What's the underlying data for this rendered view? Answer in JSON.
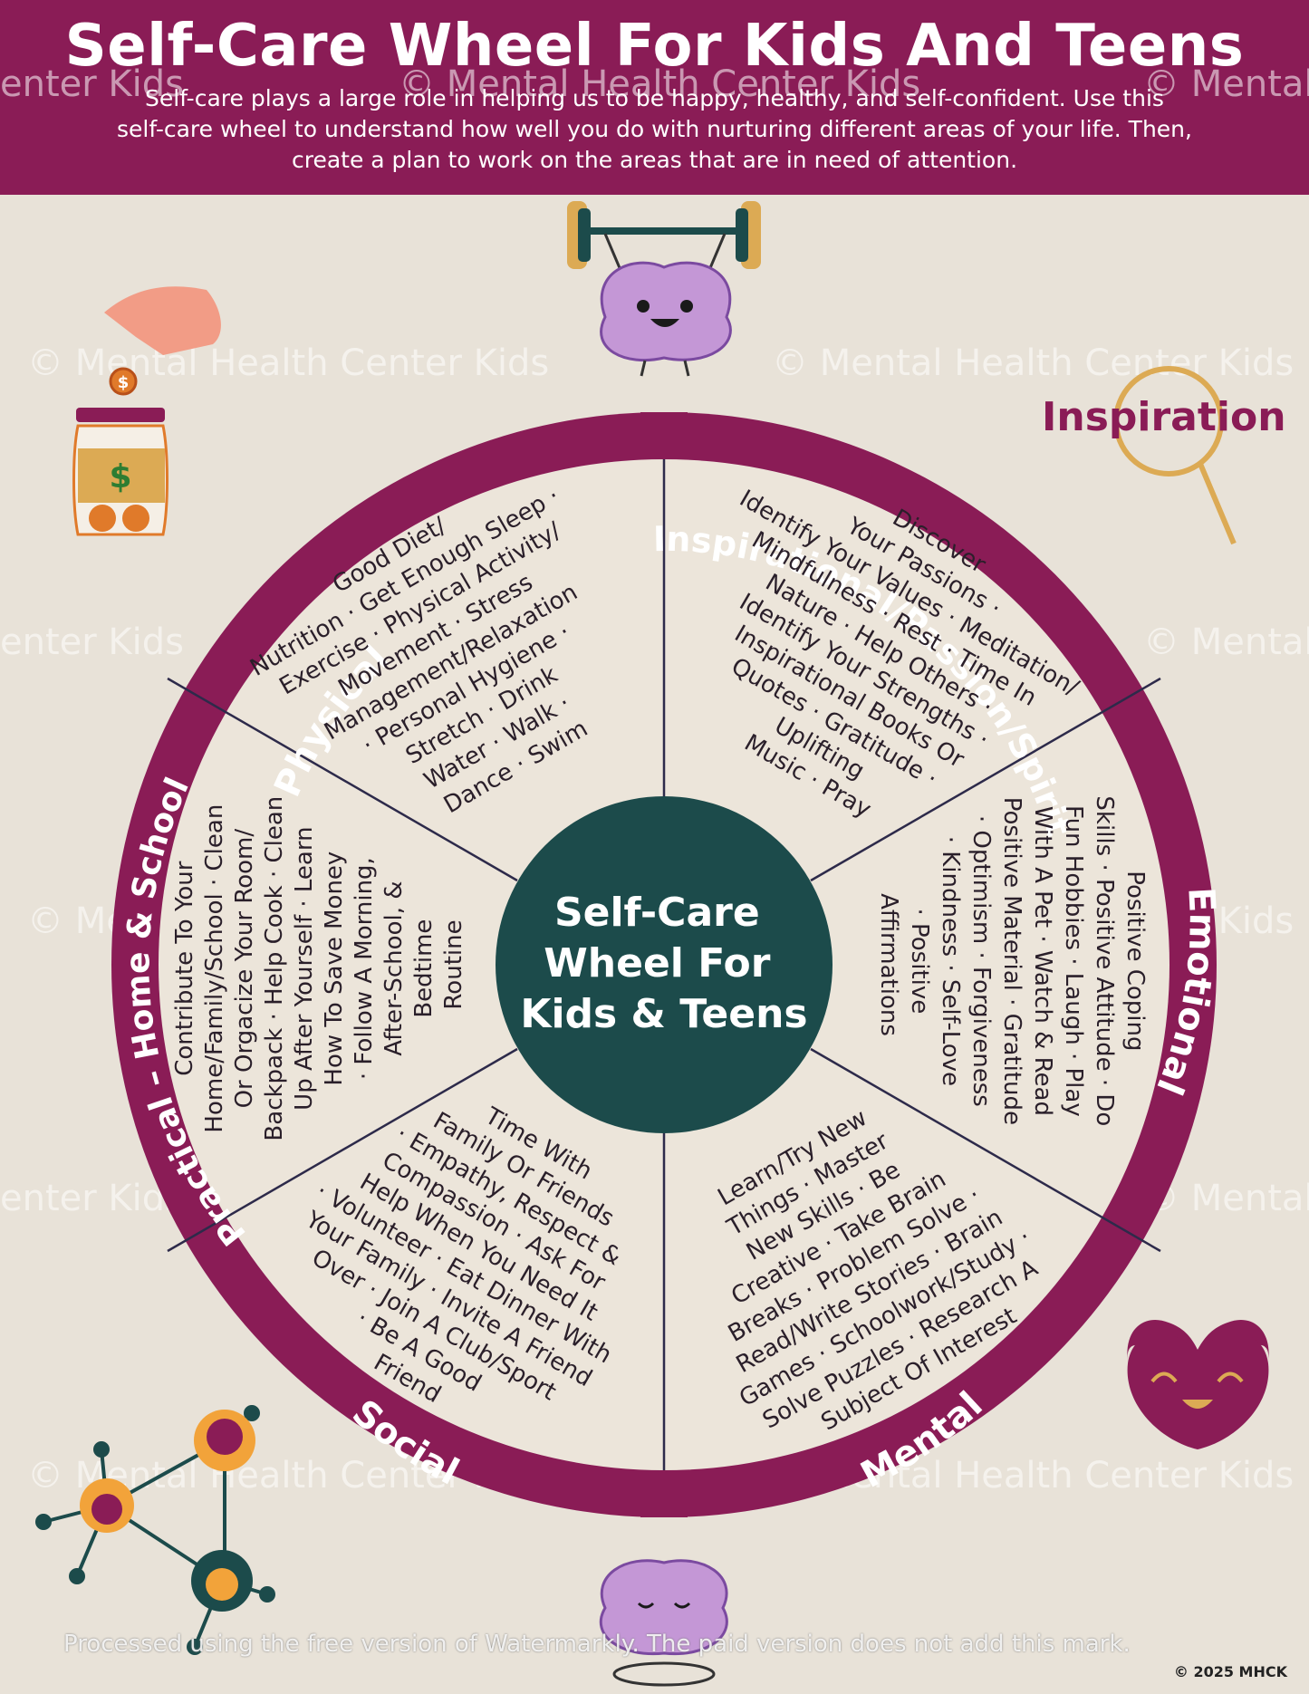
{
  "header": {
    "title": "Self-Care Wheel For Kids And Teens",
    "intro_lines": [
      "Self-care plays a large role in helping us to be happy, healthy, and self-confident. Use this",
      "self-care wheel to understand how well you do with nurturing different areas of your life. Then,",
      "create a plan to work on the areas that are in need of attention."
    ]
  },
  "wheel": {
    "center_lines": [
      "Self-Care",
      "Wheel For",
      "Kids & Teens"
    ],
    "sections": {
      "physical": {
        "title": "Physical",
        "lines": [
          "Good Diet/",
          "Nutrition · Get Enough Sleep ·",
          "Exercise · Physical Activity/",
          "Movement · Stress",
          "Management/Relaxation",
          "· Personal Hygiene ·",
          "Stretch · Drink",
          "Water · Walk ·",
          "Dance · Swim"
        ]
      },
      "inspirational": {
        "title": "Inspirational/Passion/Spirit",
        "lines": [
          "Discover",
          "Your Passions ·",
          "Identify Your Values · Meditation/",
          "Mindfulness · Rest · Time In",
          "Nature · Help Others ·",
          "Identify Your Strengths ·",
          "Inspirational Books Or",
          "Quotes · Gratitude ·",
          "Uplifting",
          "Music · Pray"
        ]
      },
      "emotional": {
        "title": "Emotional",
        "lines": [
          "Positive Coping",
          "Skills · Positive Attitude · Do",
          "Fun Hobbies · Laugh · Play",
          "With A Pet · Watch & Read",
          "Positive Material · Gratitude",
          "· Optimism · Forgiveness",
          "· Kindness · Self-Love",
          "· Positive",
          "Affirmations"
        ]
      },
      "mental": {
        "title": "Mental",
        "lines": [
          "Learn/Try New",
          "Things · Master",
          "New Skills · Be",
          "Creative · Take Brain",
          "Breaks · Problem Solve ·",
          "Read/Write Stories · Brain",
          "Games · Schoolwork/Study ·",
          "Solve Puzzles · Research A",
          "Subject Of Interest"
        ]
      },
      "social": {
        "title": "Social",
        "lines": [
          "Time With",
          "Family Or Friends",
          "· Empathy, Respect &",
          "Compassion · Ask For",
          "Help When You Need It",
          "· Volunteer · Eat Dinner With",
          "Your Family · Invite A Friend",
          "Over · Join A Club/Sport",
          "· Be A Good",
          "Friend"
        ]
      },
      "practical": {
        "title": "Practical – Home & School",
        "lines": [
          "Contribute To Your",
          "Home/Family/School · Clean",
          "Or Orgacize Your Room/",
          "Backpack · Help Cook · Clean",
          "Up After Yourself · Learn",
          "How To Save Money",
          "· Follow A Morning,",
          "After-School, &",
          "Bedtime",
          "Routine"
        ]
      }
    }
  },
  "decor": {
    "inspiration_word": "Inspiration",
    "jar_symbol": "$",
    "coin_symbol": "$",
    "icons": [
      "brain-weightlifting-icon",
      "hand-coin-jar-icon",
      "magnifier-icon",
      "heart-smile-icon",
      "network-people-icon",
      "brain-meditating-icon"
    ]
  },
  "watermarks": {
    "repeat_text": "© Mental Health Center Kids",
    "left_fragment": "enter Kids",
    "right_fragment": "© Mental",
    "processing_note": "Processed using the free version of Watermarkly. The paid version does not add this mark.",
    "copyright": "© 2025 MHCK"
  },
  "colors": {
    "plum": "#8a1c56",
    "teal": "#1c4b4b",
    "background": "#e8e2d8",
    "sector_fill": "#ece5da",
    "divider": "#2d2a4a",
    "gold": "#dcaa54",
    "brain": "#c497d6",
    "coral": "#f29c86"
  }
}
